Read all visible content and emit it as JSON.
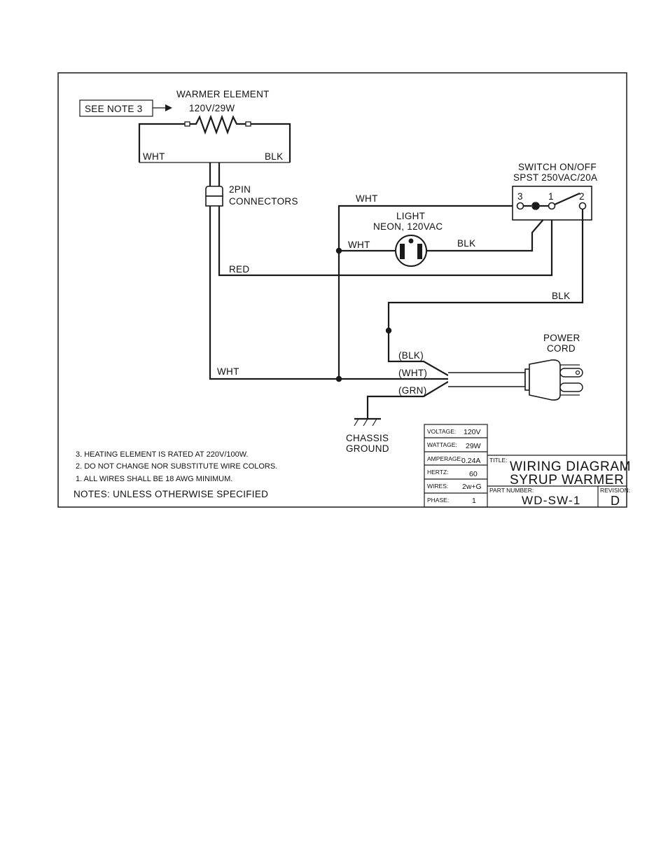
{
  "see_note": "SEE NOTE 3",
  "warmer": {
    "title": "WARMER ELEMENT",
    "rating": "120V/29W"
  },
  "connectors": {
    "line1": "2PIN",
    "line2": "CONNECTORS"
  },
  "switch": {
    "line1": "SWITCH ON/OFF",
    "line2": "SPST 250VAC/20A",
    "terminals": [
      "3",
      "1",
      "2"
    ]
  },
  "light": {
    "line1": "LIGHT",
    "line2": "NEON, 120VAC"
  },
  "wires": {
    "element_left": "WHT",
    "element_right": "BLK",
    "switch_top": "WHT",
    "light_left": "WHT",
    "light_right": "BLK",
    "red": "RED",
    "switch_to_cord": "BLK",
    "main_white": "WHT",
    "cord_blk": "(BLK)",
    "cord_wht": "(WHT)",
    "cord_grn": "(GRN)"
  },
  "power_cord": {
    "line1": "POWER",
    "line2": "CORD"
  },
  "ground": {
    "line1": "CHASSIS",
    "line2": "GROUND"
  },
  "notes": {
    "n3": "3. HEATING ELEMENT IS RATED AT 220V/100W.",
    "n2": "2. DO NOT CHANGE  NOR SUBSTITUTE WIRE COLORS.",
    "n1": "1. ALL WIRES SHALL BE 18 AWG MINIMUM.",
    "header": "NOTES:   UNLESS OTHERWISE SPECIFIED"
  },
  "specs": [
    {
      "key": "VOLTAGE:",
      "value": "120V"
    },
    {
      "key": "WATTAGE:",
      "value": "29W"
    },
    {
      "key": "AMPERAGE:",
      "value": "0.24A"
    },
    {
      "key": "HERTZ:",
      "value": "60"
    },
    {
      "key": "WIRES:",
      "value": "2w+G"
    },
    {
      "key": "PHASE:",
      "value": "1"
    }
  ],
  "title_block": {
    "title_label": "TITLE:",
    "title_line1": "WIRING DIAGRAM",
    "title_line2": "SYRUP WARMER",
    "part_label": "PART NUMBER:",
    "part_number": "WD-SW-1",
    "revision_label": "REVISION:",
    "revision": "D"
  }
}
